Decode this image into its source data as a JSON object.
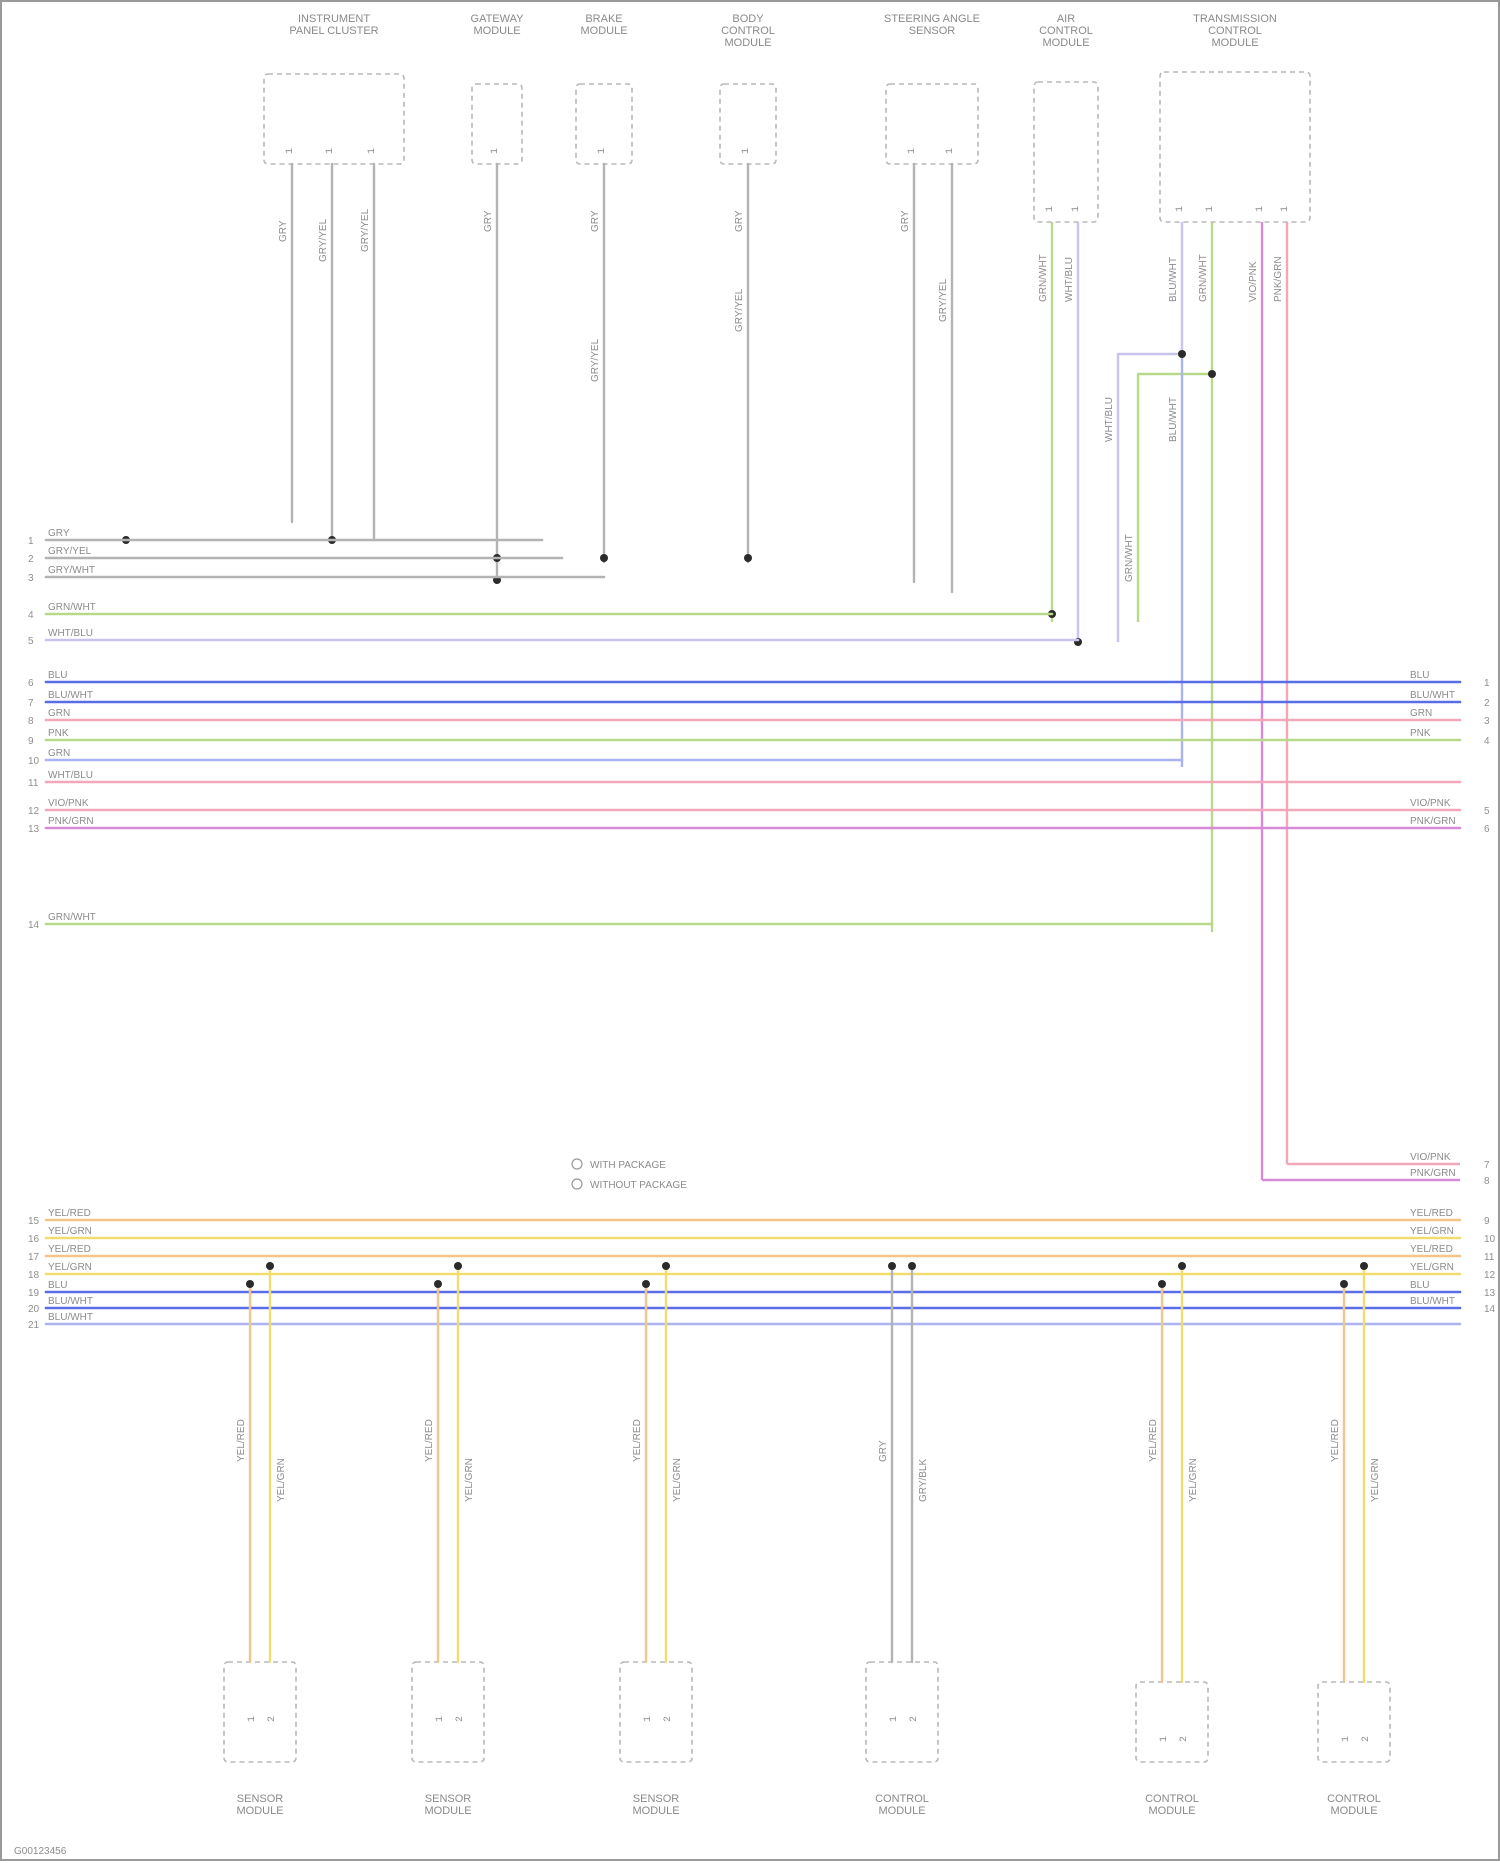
{
  "footer": {
    "code": "G00123456"
  },
  "colors": {
    "gray": "#b3b3b3",
    "green": "#b8d98a",
    "blue": "#5a6de8",
    "lightblue": "#a9b4f0",
    "pink": "#f2a8b8",
    "magenta": "#d88ad8",
    "orange": "#f4c58a",
    "yellow": "#f1dc70",
    "lavender": "#c9c3ef"
  },
  "top_modules": [
    {
      "lines": [
        "INSTRUMENT",
        "PANEL CLUSTER"
      ]
    },
    {
      "lines": [
        "GATEWAY",
        "MODULE"
      ]
    },
    {
      "lines": [
        "BRAKE",
        "MODULE"
      ]
    },
    {
      "lines": [
        "BODY",
        "CONTROL",
        "MODULE"
      ]
    },
    {
      "lines": [
        "STEERING ANGLE",
        "SENSOR"
      ]
    },
    {
      "lines": [
        "AIR",
        "CONTROL",
        "MODULE"
      ]
    },
    {
      "lines": [
        "TRANSMISSION",
        "CONTROL",
        "MODULE"
      ]
    }
  ],
  "bottom_modules": [
    {
      "lines": [
        "SENSOR",
        "MODULE"
      ]
    },
    {
      "lines": [
        "SENSOR",
        "MODULE"
      ]
    },
    {
      "lines": [
        "SENSOR",
        "MODULE"
      ]
    },
    {
      "lines": [
        "CONTROL",
        "MODULE"
      ]
    },
    {
      "lines": [
        "CONTROL",
        "MODULE"
      ]
    },
    {
      "lines": [
        "CONTROL",
        "MODULE"
      ]
    }
  ],
  "legend": [
    "WITH PACKAGE",
    "WITHOUT PACKAGE"
  ],
  "left_rows": [
    {
      "num": "1",
      "label": "GRY"
    },
    {
      "num": "2",
      "label": "GRY/YEL"
    },
    {
      "num": "3",
      "label": "GRY/WHT"
    },
    {
      "num": "4",
      "label": "GRN/WHT"
    },
    {
      "num": "5",
      "label": "WHT/BLU"
    },
    {
      "num": "6",
      "label": "BLU"
    },
    {
      "num": "7",
      "label": "BLU/WHT"
    },
    {
      "num": "8",
      "label": "GRN"
    },
    {
      "num": "9",
      "label": "PNK"
    },
    {
      "num": "10",
      "label": "GRN"
    },
    {
      "num": "11",
      "label": "WHT/BLU"
    },
    {
      "num": "12",
      "label": "VIO/PNK"
    },
    {
      "num": "13",
      "label": "PNK/GRN"
    },
    {
      "num": "14",
      "label": "GRN/WHT"
    },
    {
      "num": "15",
      "label": "YEL/RED"
    },
    {
      "num": "16",
      "label": "YEL/GRN"
    },
    {
      "num": "17",
      "label": "YEL/RED"
    },
    {
      "num": "18",
      "label": "YEL/GRN"
    },
    {
      "num": "19",
      "label": "BLU"
    },
    {
      "num": "20",
      "label": "BLU/WHT"
    },
    {
      "num": "21",
      "label": "BLU/WHT"
    }
  ],
  "right_rows": [
    {
      "num": "1",
      "label": "BLU"
    },
    {
      "num": "2",
      "label": "BLU/WHT"
    },
    {
      "num": "3",
      "label": "GRN"
    },
    {
      "num": "4",
      "label": "PNK"
    },
    {
      "num": "5",
      "label": "VIO/PNK"
    },
    {
      "num": "6",
      "label": "PNK/GRN"
    },
    {
      "num": "7",
      "label": "VIO/PNK"
    },
    {
      "num": "8",
      "label": "PNK/GRN"
    },
    {
      "num": "9",
      "label": "YEL/RED"
    },
    {
      "num": "10",
      "label": "YEL/GRN"
    },
    {
      "num": "11",
      "label": "YEL/RED"
    },
    {
      "num": "12",
      "label": "YEL/GRN"
    },
    {
      "num": "13",
      "label": "BLU"
    },
    {
      "num": "14",
      "label": "BLU/WHT"
    }
  ],
  "wire_labels": {
    "gray": "GRY",
    "gray_yel": "GRY/YEL",
    "grn_wht": "GRN/WHT",
    "wht_blu": "WHT/BLU",
    "yel_red": "YEL/RED",
    "yel_grn": "YEL/GRN",
    "blu": "BLU",
    "blu_wht": "BLU/WHT",
    "vio_pnk": "VIO/PNK",
    "pnk_grn": "PNK/GRN",
    "gry_blk": "GRY/BLK"
  }
}
